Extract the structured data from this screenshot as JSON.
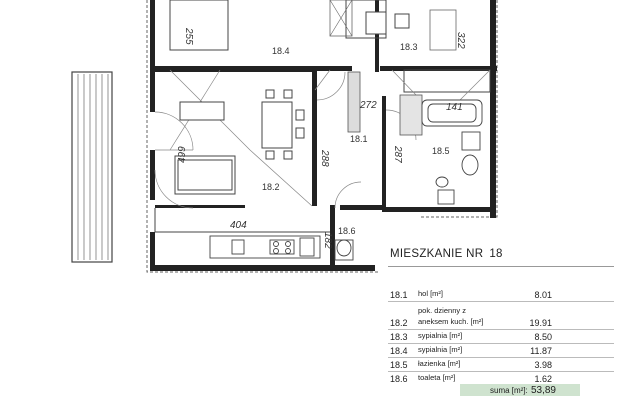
{
  "rooms": {
    "r184": "18.4",
    "r183": "18.3",
    "r181": "18.1",
    "r182": "18.2",
    "r185": "18.5",
    "r186": "18.6"
  },
  "dims": {
    "d255": "255",
    "d322": "322",
    "d272": "272",
    "d141": "141",
    "d288": "288",
    "d287": "287",
    "d499": "499",
    "d404": "404",
    "d182": "182"
  },
  "table": {
    "title": "MIESZKANIE NR",
    "number": "18",
    "rows": [
      {
        "num": "18.1",
        "name": "hol [m²]",
        "value": "8.01"
      },
      {
        "num": "18.2",
        "name_line1": "pok. dzienny z",
        "name": "aneksem kuch. [m²]",
        "value": "19.91"
      },
      {
        "num": "18.3",
        "name": "sypialnia [m²]",
        "value": "8.50"
      },
      {
        "num": "18.4",
        "name": "sypialnia [m²]",
        "value": "11.87"
      },
      {
        "num": "18.5",
        "name": "łazienka [m²]",
        "value": "3.98"
      },
      {
        "num": "18.6",
        "name": "toaleta [m²]",
        "value": "1.62"
      }
    ],
    "sum_label": "suma [m²]:",
    "sum_value": "53,89"
  }
}
